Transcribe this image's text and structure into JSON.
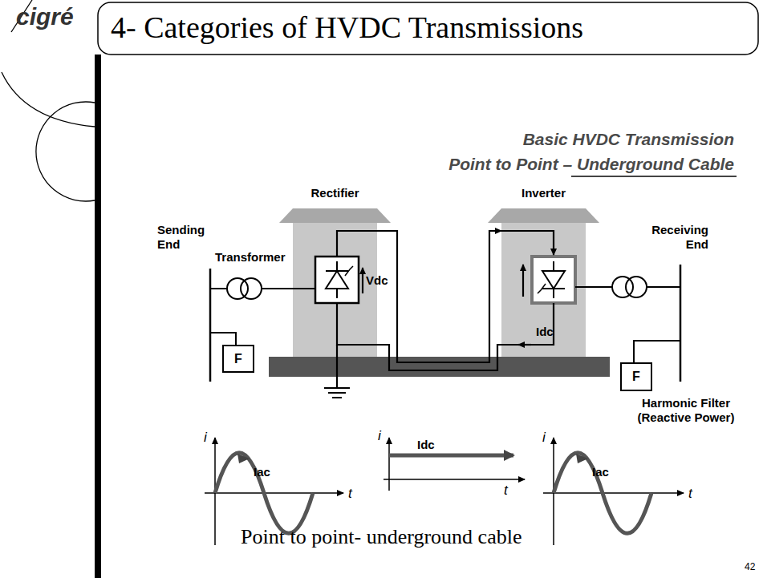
{
  "diagram": {
    "title": "4- Categories of HVDC Transmissions",
    "caption": "Point to point- underground cable",
    "nodes": [
      {
        "text": [
          "Rectifier"
        ]
      },
      {
        "text": [
          "Inverter"
        ]
      },
      {
        "text": [
          "F"
        ]
      },
      {
        "text": [
          "F"
        ]
      }
    ],
    "edges": [
      {
        "from": 0,
        "to": 1,
        "arrow": "to"
      }
    ],
    "labels": [
      "cigré",
      "Basic HVDC Transmission",
      "Point to Point – Underground Cable",
      "Sending End",
      "Transformer",
      "Vdc",
      "Idc",
      "Receiving End",
      "Harmonic Filter (Reactive Power)",
      "i",
      "Iac",
      "t",
      "i",
      "Idc",
      "t",
      "i",
      "Iac",
      "t",
      "42"
    ]
  }
}
